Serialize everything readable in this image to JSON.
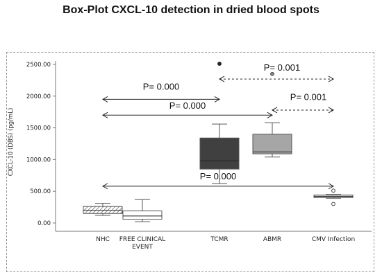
{
  "chart_data": {
    "type": "box",
    "title": "Box-Plot CXCL-10 detection in dried blood spots",
    "ylabel": "CXCL-10 (DBS) (pg/mL)",
    "xlabel": "",
    "ylim": [
      0,
      2500
    ],
    "yticks": [
      "0.00",
      "500.00",
      "1000.00",
      "1500.00",
      "2000.00",
      "2500.00"
    ],
    "grid": false,
    "categories": [
      {
        "line1": "NHC",
        "line2": ""
      },
      {
        "line1": "FREE CLINICAL",
        "line2": "EVENT"
      },
      {
        "line1": "TCMR",
        "line2": ""
      },
      {
        "line1": "ABMR",
        "line2": ""
      },
      {
        "line1": "CMV Infection",
        "line2": ""
      }
    ],
    "boxes": [
      {
        "whislo": 120,
        "q1": 150,
        "med": 200,
        "q3": 260,
        "whishi": 310,
        "fill": "hatch-diag",
        "outliers": []
      },
      {
        "whislo": 20,
        "q1": 60,
        "med": 110,
        "q3": 190,
        "whishi": 370,
        "fill": "#ffffff",
        "outliers": []
      },
      {
        "whislo": 620,
        "q1": 850,
        "med": 980,
        "q3": 1340,
        "whishi": 1560,
        "fill": "#404040",
        "outliers": [
          {
            "y": 2510,
            "style": "filled"
          }
        ]
      },
      {
        "whislo": 1040,
        "q1": 1090,
        "med": 1120,
        "q3": 1400,
        "whishi": 1580,
        "fill": "#a6a6a6",
        "outliers": [
          {
            "y": 2350,
            "style": "filled-grey"
          }
        ]
      },
      {
        "whislo": 390,
        "q1": 400,
        "med": 420,
        "q3": 440,
        "whishi": 450,
        "fill": "#d9d9d9",
        "outliers": [
          {
            "y": 510,
            "style": "open"
          },
          {
            "y": 300,
            "style": "open"
          }
        ]
      }
    ],
    "annotations": [
      {
        "text": "P= 0.000",
        "from": 0,
        "to": 2,
        "y": 1950,
        "dashed": false,
        "text_y": 2100
      },
      {
        "text": "P= 0.000",
        "from": 0,
        "to": 3,
        "y": 1700,
        "dashed": false,
        "text_y": 1800
      },
      {
        "text": "P= 0.001",
        "from": 2,
        "to": 4,
        "y": 2270,
        "dashed": true,
        "text_y": 2400
      },
      {
        "text": "P= 0.001",
        "from": 3,
        "to": 4,
        "y": 1780,
        "dashed": true,
        "text_y": 1940
      },
      {
        "text": "P= 0.000",
        "from": 0,
        "to": 4,
        "y": 580,
        "dashed": false,
        "text_y": 690
      }
    ]
  }
}
